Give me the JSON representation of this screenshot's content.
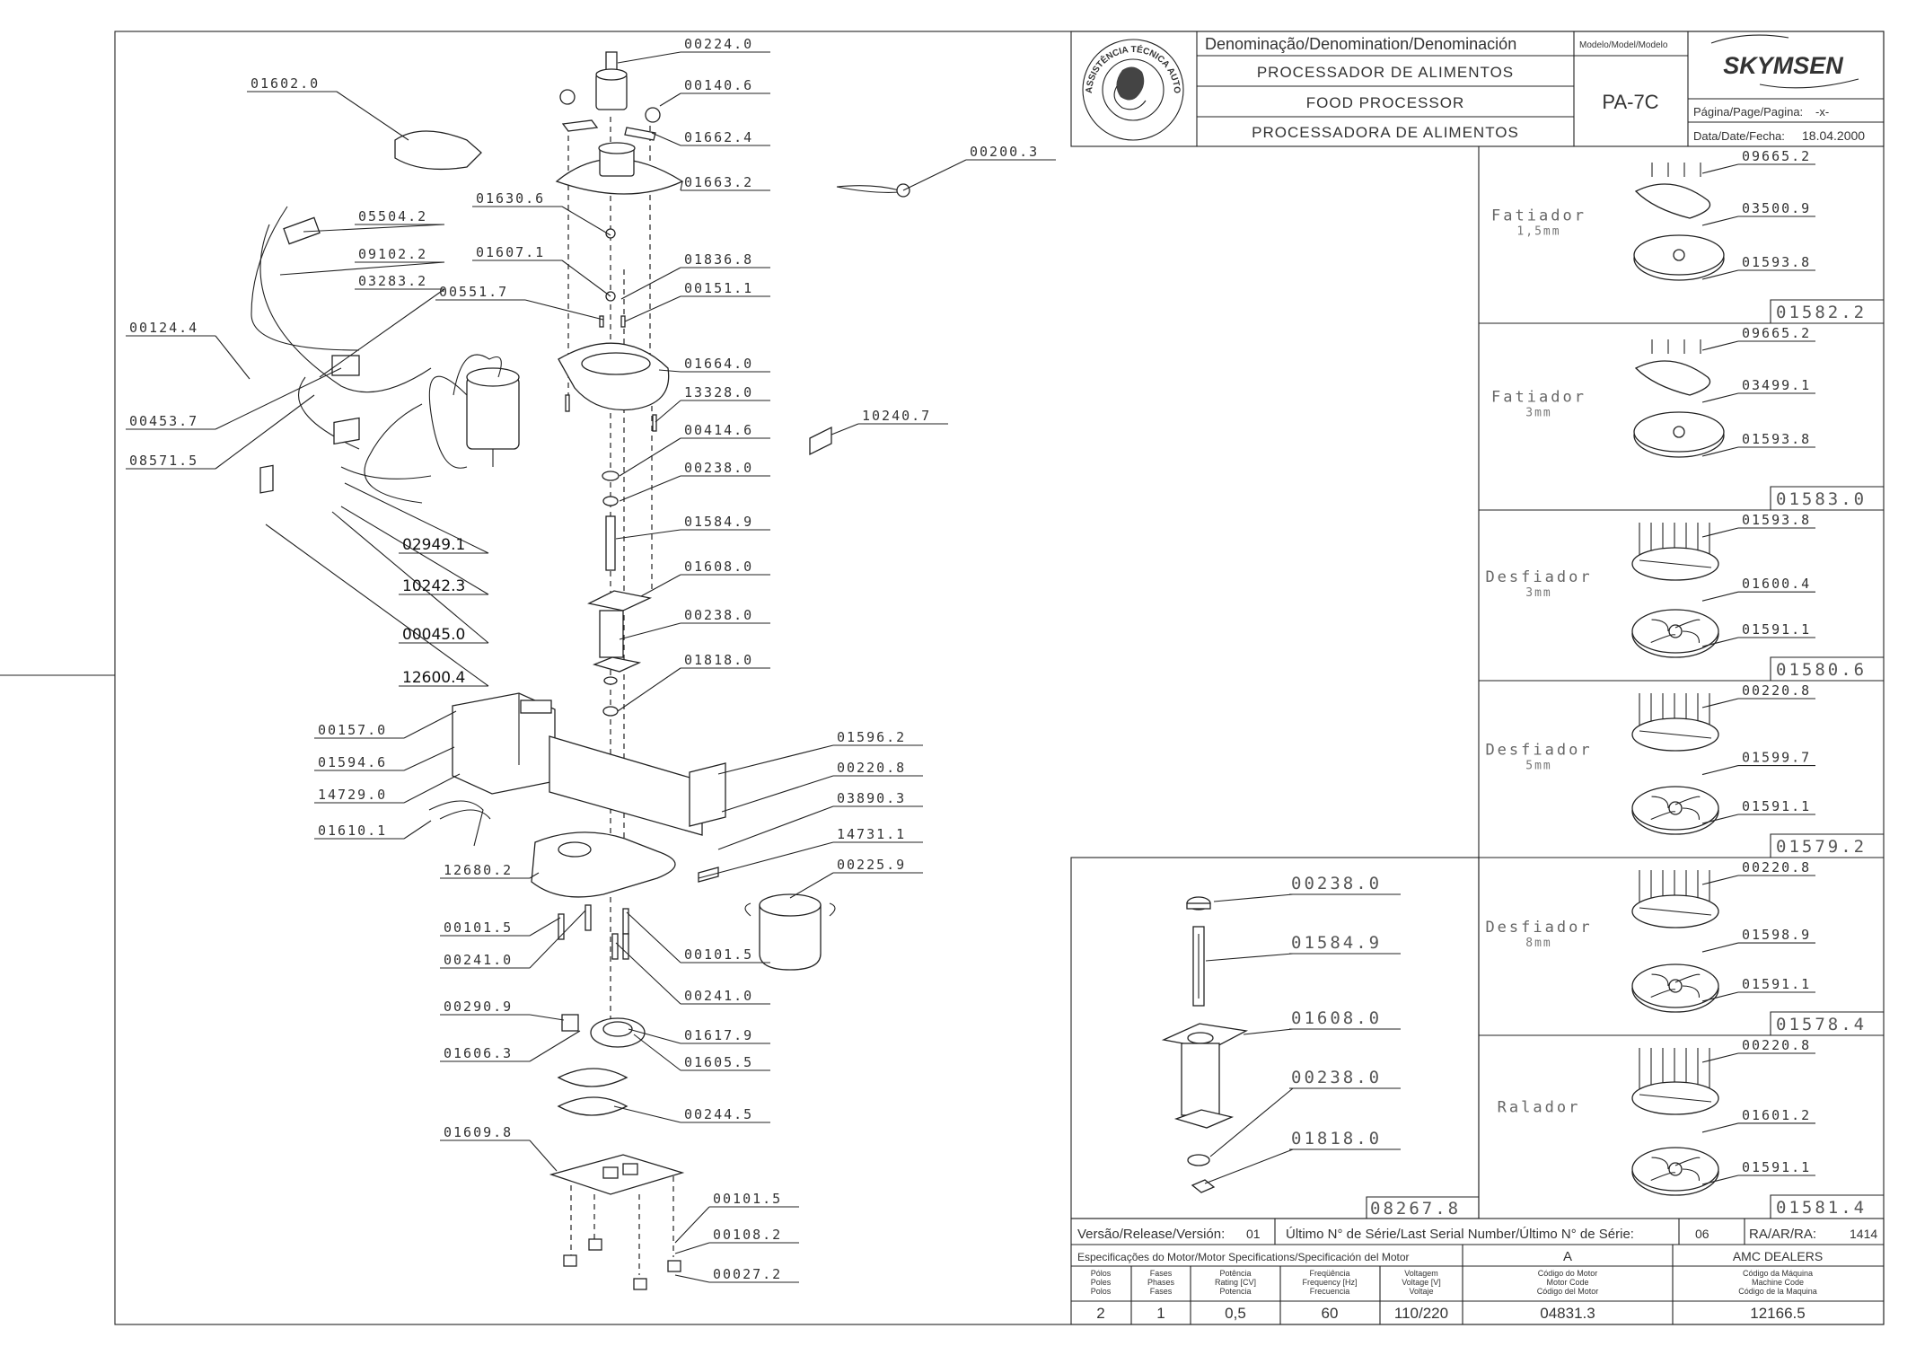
{
  "title_block": {
    "denomination_header": "Denominação/Denomination/Denominación",
    "model_header": "Modelo/Model/Modelo",
    "name_pt": "PROCESSADOR DE ALIMENTOS",
    "name_en": "FOOD PROCESSOR",
    "name_es": "PROCESSADORA DE ALIMENTOS",
    "model": "PA-7C",
    "brand": "SKYMSEN",
    "page_label": "Página/Page/Pagina:",
    "page_value": "-x-",
    "date_label": "Data/Date/Fecha:",
    "date_value": "18.04.2000",
    "seal_text": "ASSISTÊNCIA TÉCNICA AUTORIZADA"
  },
  "main_labels": [
    "00224.0",
    "00140.6",
    "01662.4",
    "01663.2",
    "01602.0",
    "00200.3",
    "01630.6",
    "01607.1",
    "01836.8",
    "00551.7",
    "00151.1",
    "05504.2",
    "09102.2",
    "03283.2",
    "00124.4",
    "00453.7",
    "08571.5",
    "01664.0",
    "13328.0",
    "10240.7",
    "00414.6",
    "00238.0",
    "01584.9",
    "01608.0",
    "00238.0",
    "01818.0",
    "02949.1",
    "10242.3",
    "00045.0",
    "12600.4",
    "00157.0",
    "01594.6",
    "14729.0",
    "01610.1",
    "01596.2",
    "00220.8",
    "03890.3",
    "14731.1",
    "12680.2",
    "00225.9",
    "00101.5",
    "00241.0",
    "00101.5",
    "00241.0",
    "00290.9",
    "01606.3",
    "01617.9",
    "01605.5",
    "00244.5",
    "01609.8",
    "00101.5",
    "00108.2",
    "00027.2"
  ],
  "detail": {
    "labels": [
      "00238.0",
      "01584.9",
      "01608.0",
      "00238.0",
      "01818.0"
    ],
    "code": "08267.8"
  },
  "accessories": [
    {
      "name": "Fatiador",
      "size": "1,5mm",
      "labels": [
        "09665.2",
        "03500.9",
        "01593.8"
      ],
      "code": "01582.2"
    },
    {
      "name": "Fatiador",
      "size": "3mm",
      "labels": [
        "09665.2",
        "03499.1",
        "01593.8"
      ],
      "code": "01583.0"
    },
    {
      "name": "Desfiador",
      "size": "3mm",
      "labels": [
        "01593.8",
        "01600.4",
        "01591.1"
      ],
      "code": "01580.6"
    },
    {
      "name": "Desfiador",
      "size": "5mm",
      "labels": [
        "00220.8",
        "01599.7",
        "01591.1"
      ],
      "code": "01579.2"
    },
    {
      "name": "Desfiador",
      "size": "8mm",
      "labels": [
        "00220.8",
        "01598.9",
        "01591.1"
      ],
      "code": "01578.4"
    },
    {
      "name": "Ralador",
      "size": "",
      "labels": [
        "00220.8",
        "01601.2",
        "01591.1"
      ],
      "code": "01581.4"
    }
  ],
  "release": {
    "version_label": "Versão/Release/Versión:",
    "version_value": "01",
    "serial_label": "Último N° de Série/Last Serial Number/Último N° de Série:",
    "serial_value": "06",
    "ra_label": "RA/AR/RA:",
    "ra_value": "1414"
  },
  "motor": {
    "spec_header": "Especificações do Motor/Motor Specifications/Specificación del Motor",
    "col_a": "A",
    "dealer": "AMC DEALERS",
    "headers": [
      [
        "Pólos",
        "Poles",
        "Polos"
      ],
      [
        "Fases",
        "Phases",
        "Fases"
      ],
      [
        "Potência",
        "Rating [CV]",
        "Potencia"
      ],
      [
        "Freqüência",
        "Frequency [Hz]",
        "Frecuencia"
      ],
      [
        "Voltagem",
        "Voltage [V]",
        "Voltaje"
      ],
      [
        "Código do Motor",
        "Motor Code",
        "Código del Motor"
      ],
      [
        "Código da Máquina",
        "Machine Code",
        "Código de la Maquina"
      ]
    ],
    "values": [
      "2",
      "1",
      "0,5",
      "60",
      "110/220",
      "04831.3",
      "12166.5"
    ]
  }
}
